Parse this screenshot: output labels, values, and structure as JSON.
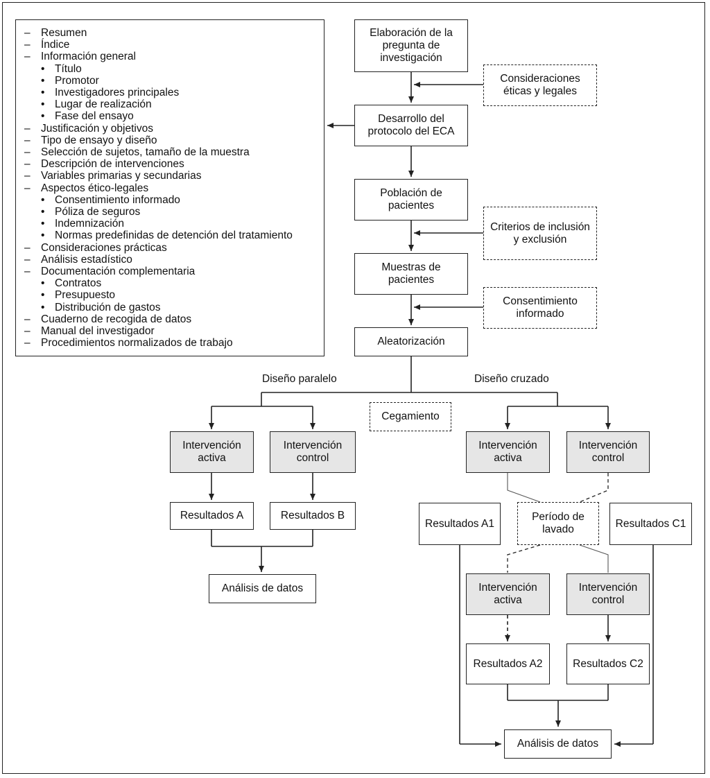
{
  "outline": {
    "items": [
      {
        "marker": "–",
        "text": "Resumen"
      },
      {
        "marker": "–",
        "text": "Índice"
      },
      {
        "marker": "–",
        "text": "Información general"
      },
      {
        "marker": "•",
        "text": "Título",
        "sub": true
      },
      {
        "marker": "•",
        "text": "Promotor",
        "sub": true
      },
      {
        "marker": "•",
        "text": "Investigadores principales",
        "sub": true
      },
      {
        "marker": "•",
        "text": "Lugar de realización",
        "sub": true
      },
      {
        "marker": "•",
        "text": "Fase del ensayo",
        "sub": true
      },
      {
        "marker": "–",
        "text": "Justificación y objetivos"
      },
      {
        "marker": "–",
        "text": "Tipo de ensayo y diseño"
      },
      {
        "marker": "–",
        "text": "Selección de sujetos, tamaño de la muestra"
      },
      {
        "marker": "–",
        "text": "Descripción de intervenciones"
      },
      {
        "marker": "–",
        "text": "Variables primarias y secundarias"
      },
      {
        "marker": "–",
        "text": "Aspectos ético-legales"
      },
      {
        "marker": "•",
        "text": "Consentimiento informado",
        "sub": true
      },
      {
        "marker": "•",
        "text": "Póliza de seguros",
        "sub": true
      },
      {
        "marker": "•",
        "text": "Indemnización",
        "sub": true
      },
      {
        "marker": "•",
        "text": "Normas predefinidas de detención del tratamiento",
        "sub": true
      },
      {
        "marker": "–",
        "text": "Consideraciones prácticas"
      },
      {
        "marker": "–",
        "text": "Análisis estadístico"
      },
      {
        "marker": "–",
        "text": "Documentación complementaria"
      },
      {
        "marker": "•",
        "text": "Contratos",
        "sub": true
      },
      {
        "marker": "•",
        "text": "Presupuesto",
        "sub": true
      },
      {
        "marker": "•",
        "text": "Distribución de gastos",
        "sub": true
      },
      {
        "marker": "–",
        "text": "Cuaderno de recogida de datos"
      },
      {
        "marker": "–",
        "text": "Manual del investigador"
      },
      {
        "marker": "–",
        "text": "Procedimientos normalizados de trabajo"
      }
    ]
  },
  "flow": {
    "pregunta": "Elaboración de la pregunta de investigación",
    "consideraciones": "Consideraciones éticas y legales",
    "protocolo": "Desarrollo del protocolo del ECA",
    "poblacion": "Población de pacientes",
    "criterios": "Criterios de inclusión y exclusión",
    "muestras": "Muestras de pacientes",
    "consentimiento": "Consentimiento informado",
    "aleatorizacion": "Aleatorización",
    "cegamiento": "Cegamiento",
    "label_paralelo": "Diseño paralelo",
    "label_cruzado": "Diseño cruzado"
  },
  "paralelo": {
    "int_activa": "Intervención activa",
    "int_control": "Intervención control",
    "res_a": "Resultados A",
    "res_b": "Resultados B",
    "analisis": "Análisis de datos"
  },
  "cruzado": {
    "int_activa_1": "Intervención activa",
    "int_control_1": "Intervención control",
    "res_a1": "Resultados A1",
    "lavado": "Período de lavado",
    "res_c1": "Resultados C1",
    "int_activa_2": "Intervención activa",
    "int_control_2": "Intervención control",
    "res_a2": "Resultados A2",
    "res_c2": "Resultados C2",
    "analisis": "Análisis de datos"
  },
  "colors": {
    "line": "#222222",
    "shaded_fill": "#e6e6e6"
  }
}
